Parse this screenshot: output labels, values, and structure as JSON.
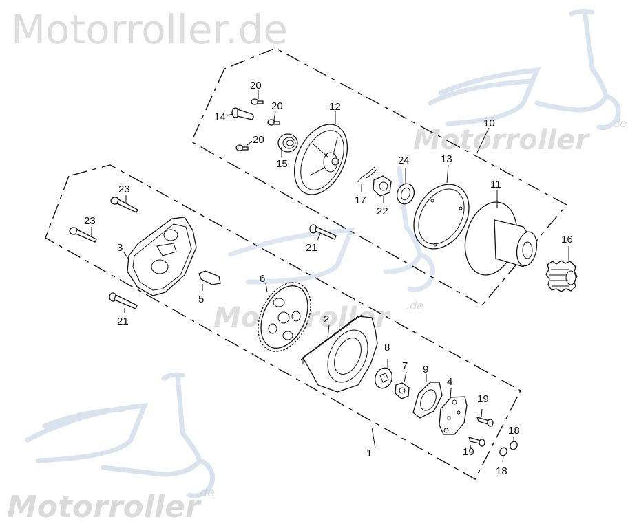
{
  "watermarks": {
    "title": "Motorroller.de",
    "logo_text": "Motorroller",
    "logo_suffix": ".de"
  },
  "diagram": {
    "type": "exploded parts diagram",
    "subject": "starter / kick-start gear assembly",
    "groups": [
      {
        "id": "10",
        "label": "10",
        "parts": [
          "11",
          "12",
          "13",
          "14",
          "15",
          "17",
          "20",
          "22",
          "24"
        ]
      },
      {
        "id": "1",
        "label": "1",
        "parts": [
          "2",
          "3",
          "4",
          "5",
          "6",
          "7",
          "8",
          "9",
          "18",
          "19",
          "21",
          "23"
        ]
      }
    ],
    "labels": [
      {
        "id": "20a",
        "text": "20"
      },
      {
        "id": "20b",
        "text": "20"
      },
      {
        "id": "20c",
        "text": "20"
      },
      {
        "id": "14",
        "text": "14"
      },
      {
        "id": "15",
        "text": "15"
      },
      {
        "id": "12",
        "text": "12"
      },
      {
        "id": "17",
        "text": "17"
      },
      {
        "id": "22",
        "text": "22"
      },
      {
        "id": "24",
        "text": "24"
      },
      {
        "id": "13",
        "text": "13"
      },
      {
        "id": "10",
        "text": "10"
      },
      {
        "id": "11",
        "text": "11"
      },
      {
        "id": "16",
        "text": "16"
      },
      {
        "id": "23a",
        "text": "23"
      },
      {
        "id": "23b",
        "text": "23"
      },
      {
        "id": "3",
        "text": "3"
      },
      {
        "id": "21a",
        "text": "21"
      },
      {
        "id": "21b",
        "text": "21"
      },
      {
        "id": "5",
        "text": "5"
      },
      {
        "id": "6",
        "text": "6"
      },
      {
        "id": "2",
        "text": "2"
      },
      {
        "id": "8",
        "text": "8"
      },
      {
        "id": "7",
        "text": "7"
      },
      {
        "id": "9",
        "text": "9"
      },
      {
        "id": "4",
        "text": "4"
      },
      {
        "id": "19a",
        "text": "19"
      },
      {
        "id": "19b",
        "text": "19"
      },
      {
        "id": "18a",
        "text": "18"
      },
      {
        "id": "18b",
        "text": "18"
      },
      {
        "id": "1",
        "text": "1"
      }
    ]
  }
}
